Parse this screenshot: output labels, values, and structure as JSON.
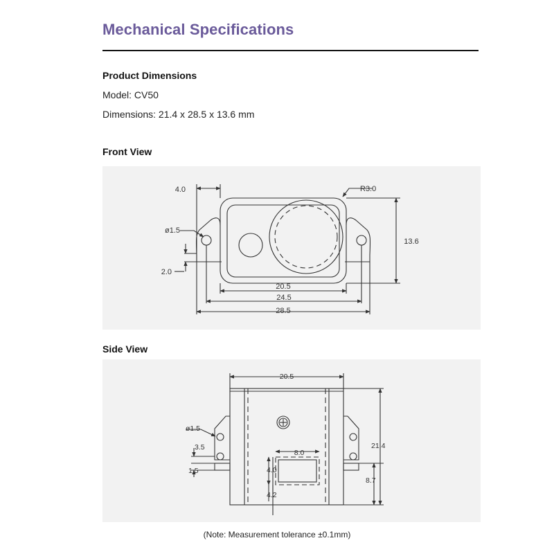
{
  "page": {
    "title": "Mechanical Specifications",
    "product_heading": "Product Dimensions",
    "model_line": "Model: CV50",
    "dimensions_line": "Dimensions: 21.4 x 28.5 x 13.6 mm",
    "front_view_heading": "Front View",
    "side_view_heading": "Side View",
    "note": "(Note: Measurement tolerance ±0.1mm)"
  },
  "front_view": {
    "dim_flange_width": "4.0",
    "dim_hole_dia": "ø1.5",
    "dim_hole_offset": "2.0",
    "dim_radius": "R3.0",
    "dim_height": "13.6",
    "dim_body_width": "20.5",
    "dim_hole_spacing": "24.5",
    "dim_overall_width": "28.5"
  },
  "side_view": {
    "dim_body_width": "20.5",
    "dim_hole_dia": "ø1.5",
    "dim_hole_pitch": "3.5",
    "dim_flange_thickness": "1.5",
    "dim_window_width": "8.0",
    "dim_window_height": "4.0",
    "dim_window_offset": "4.2",
    "dim_overall_height": "21.4",
    "dim_mount_height": "8.7"
  }
}
